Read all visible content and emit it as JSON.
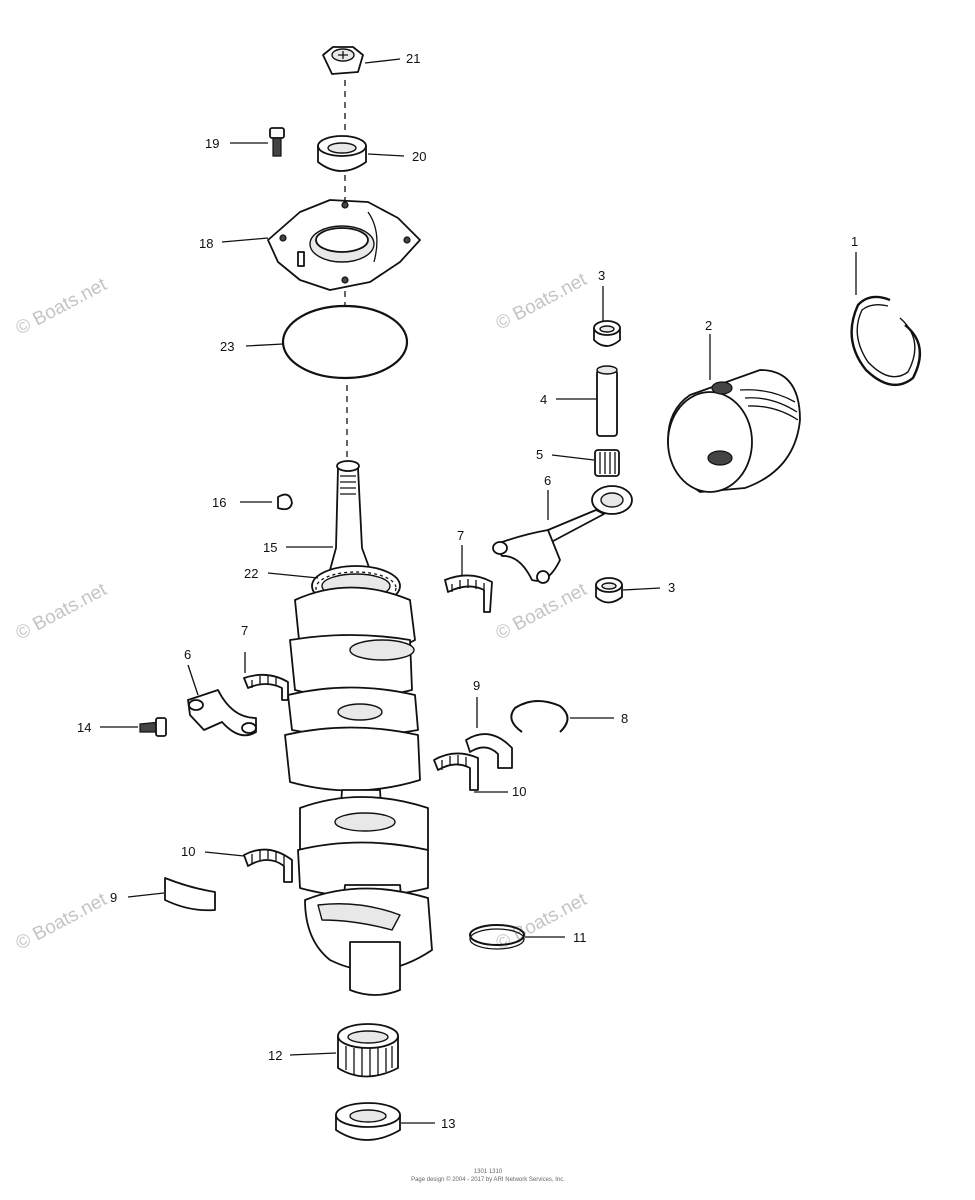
{
  "watermark": "© Boats.net",
  "callouts": [
    {
      "id": "c-1",
      "text": "1"
    },
    {
      "id": "c-2",
      "text": "2"
    },
    {
      "id": "c-3a",
      "text": "3"
    },
    {
      "id": "c-3b",
      "text": "3"
    },
    {
      "id": "c-4",
      "text": "4"
    },
    {
      "id": "c-5",
      "text": "5"
    },
    {
      "id": "c-6a",
      "text": "6"
    },
    {
      "id": "c-6b",
      "text": "6"
    },
    {
      "id": "c-7a",
      "text": "7"
    },
    {
      "id": "c-7b",
      "text": "7"
    },
    {
      "id": "c-8",
      "text": "8"
    },
    {
      "id": "c-9a",
      "text": "9"
    },
    {
      "id": "c-9b",
      "text": "9"
    },
    {
      "id": "c-10a",
      "text": "10"
    },
    {
      "id": "c-10b",
      "text": "10"
    },
    {
      "id": "c-11",
      "text": "11"
    },
    {
      "id": "c-12",
      "text": "12"
    },
    {
      "id": "c-13",
      "text": "13"
    },
    {
      "id": "c-14",
      "text": "14"
    },
    {
      "id": "c-15",
      "text": "15"
    },
    {
      "id": "c-16",
      "text": "16"
    },
    {
      "id": "c-18",
      "text": "18"
    },
    {
      "id": "c-19",
      "text": "19"
    },
    {
      "id": "c-20",
      "text": "20"
    },
    {
      "id": "c-21",
      "text": "21"
    },
    {
      "id": "c-22",
      "text": "22"
    },
    {
      "id": "c-23",
      "text": "23"
    }
  ],
  "footer": {
    "line1": "1301 1310",
    "line2": "Page design © 2004 - 2017 by ARI Network Services, Inc."
  }
}
